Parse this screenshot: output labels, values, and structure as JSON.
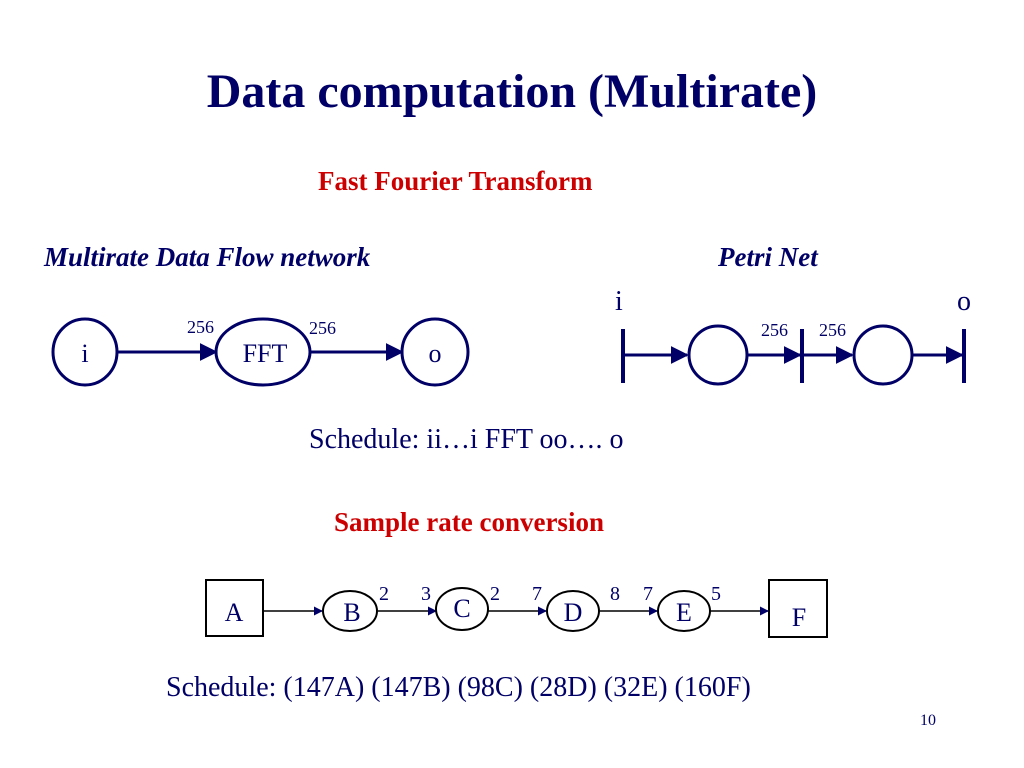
{
  "slide": {
    "title": "Data computation (Multirate)",
    "page_number": "10"
  },
  "fft_section": {
    "heading": "Fast Fourier Transform",
    "mdf_label": "Multirate Data Flow network",
    "petri_label": "Petri Net",
    "mdf": {
      "nodes": [
        "i",
        "FFT",
        "o"
      ],
      "rates": [
        "256",
        "256"
      ]
    },
    "petri": {
      "input_label": "i",
      "output_label": "o",
      "rates": [
        "256",
        "256"
      ]
    },
    "schedule": "Schedule: ii…i FFT oo…. o"
  },
  "src_section": {
    "heading": "Sample rate conversion",
    "nodes": [
      "A",
      "B",
      "C",
      "D",
      "E",
      "F"
    ],
    "rates": [
      "2",
      "3",
      "2",
      "7",
      "8",
      "7",
      "5"
    ],
    "schedule": "Schedule: (147A) (147B) (98C) (28D) (32E) (160F)"
  },
  "colors": {
    "navy": "#000066",
    "red": "#cc0000"
  }
}
